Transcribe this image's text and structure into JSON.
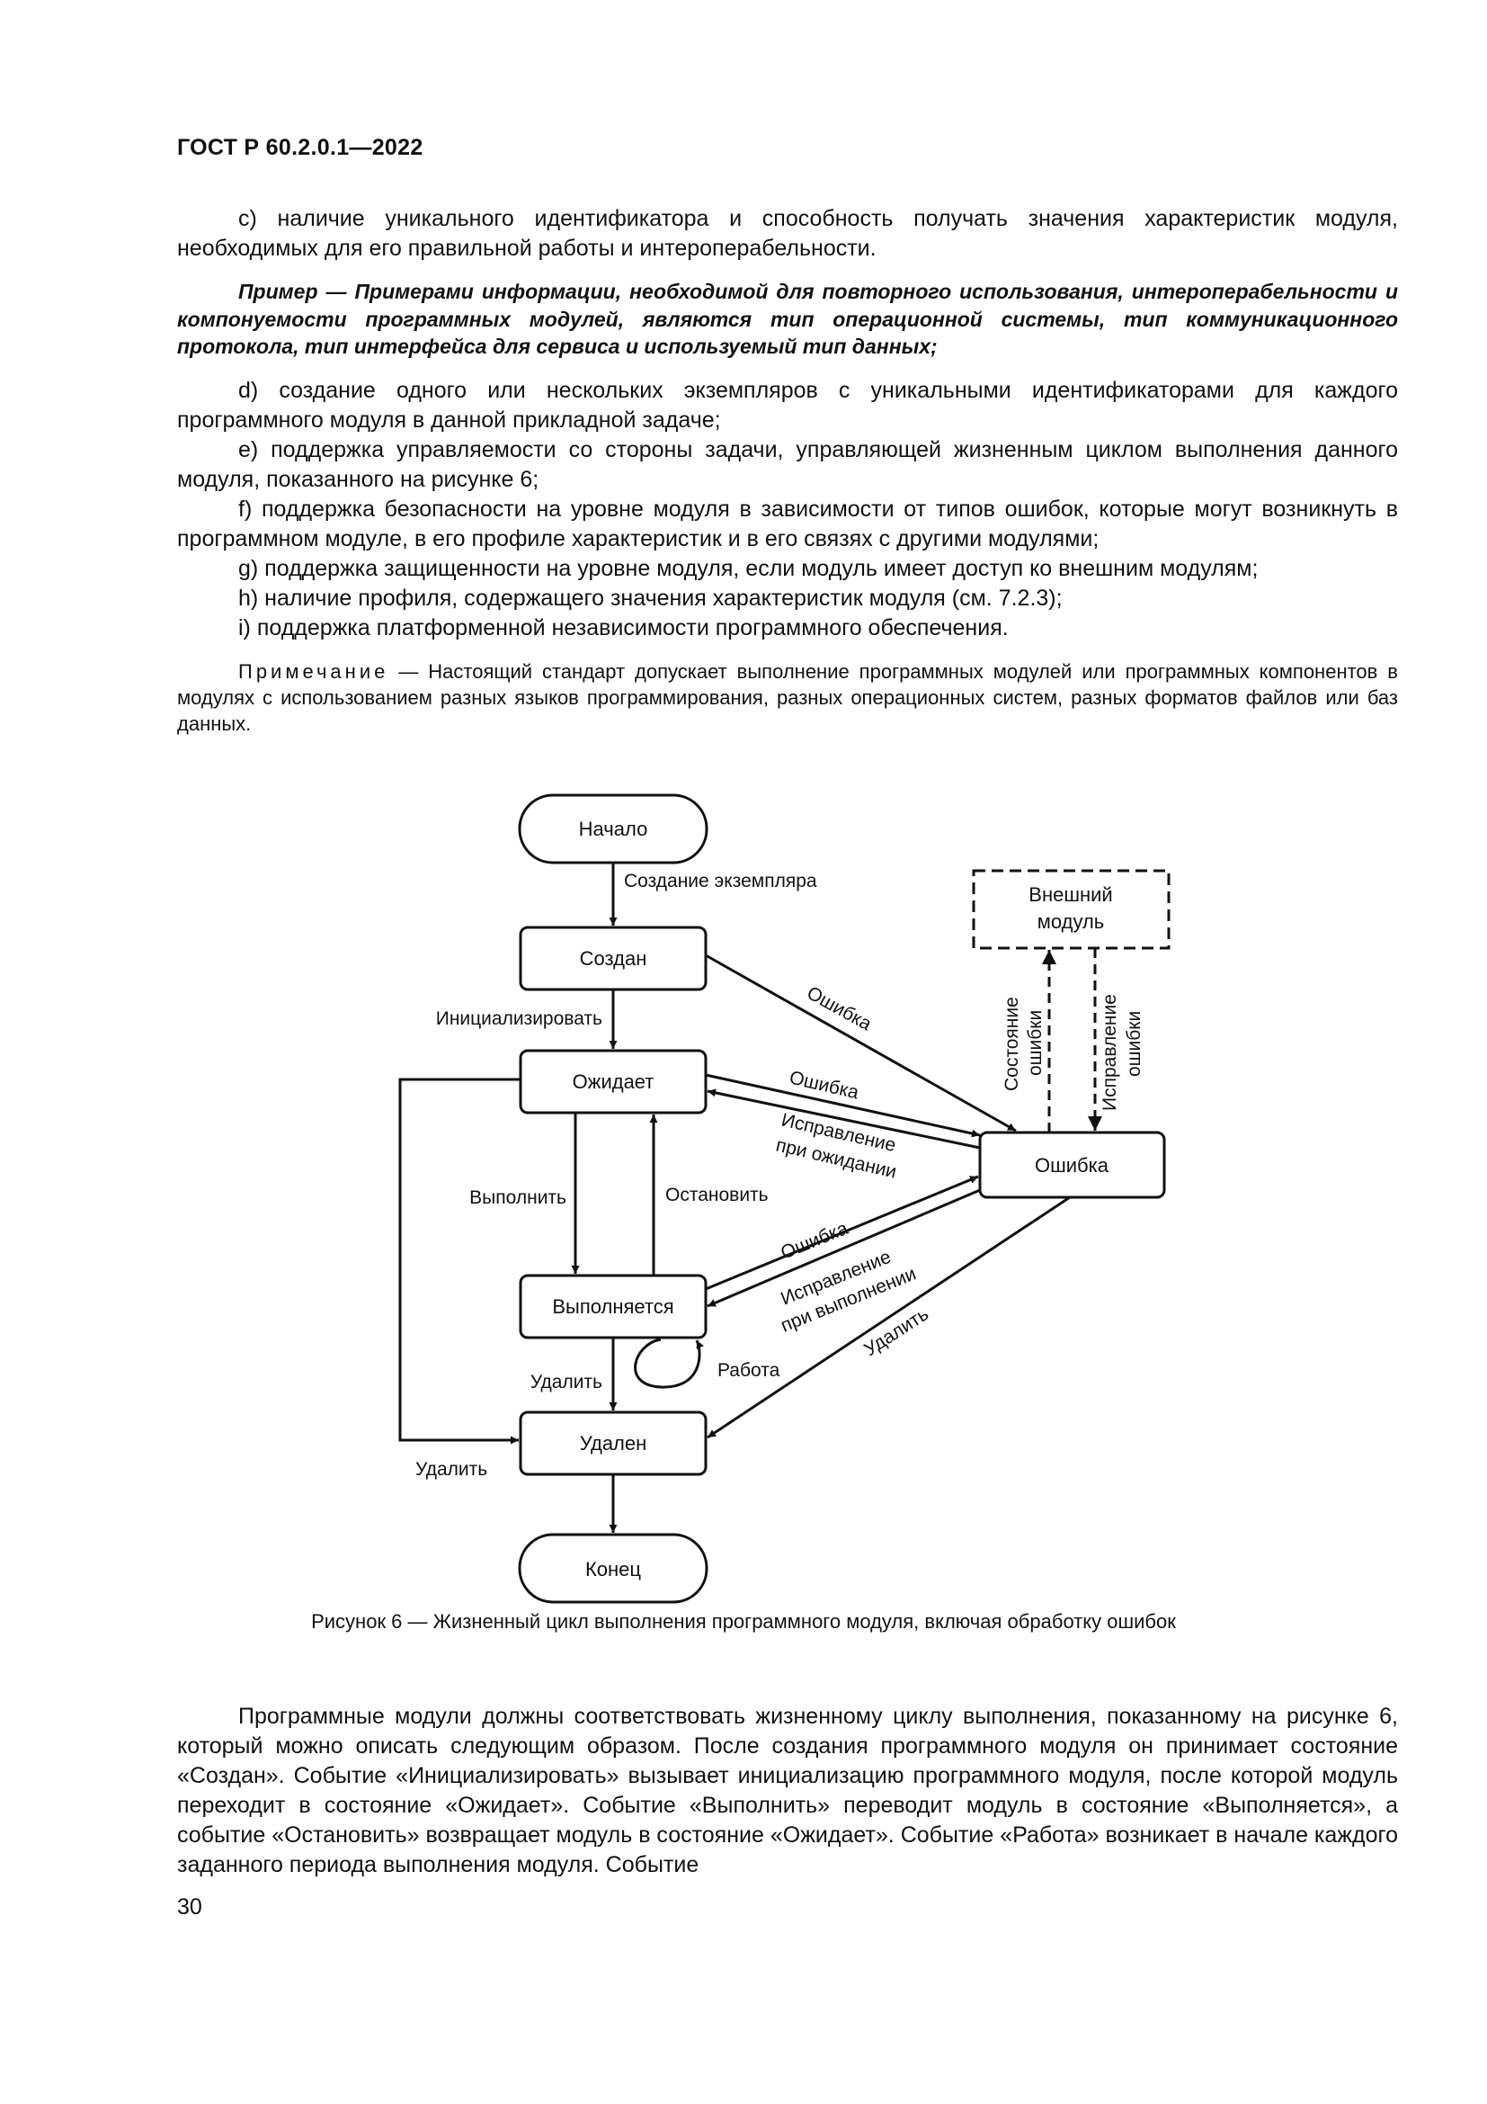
{
  "header": {
    "doc_id": "ГОСТ Р 60.2.0.1—2022"
  },
  "list_top": {
    "item_c": "c) наличие уникального идентификатора и способность получать значения характеристик моду­ля, необходимых для его правильной работы и интероперабельности."
  },
  "example": {
    "text": "Пример — Примерами информации, необходимой для повторного использования, интеропера­бельности и компонуемости программных модулей, являются тип операционной системы, тип ком­муникационного протокола, тип интерфейса для сервиса и используемый тип данных;"
  },
  "list_bottom": {
    "item_d": "d) создание одного или нескольких экземпляров с уникальными идентификаторами для каждого программного модуля в данной прикладной задаче;",
    "item_e": "e) поддержка управляемости со стороны задачи, управляющей жизненным циклом выполнения данного модуля, показанного на рисунке 6;",
    "item_f": "f) поддержка безопасности на уровне модуля в зависимости от типов ошибок, которые могут воз­никнуть в программном модуле, в его профиле характеристик и в его связях с другими модулями;",
    "item_g": "g) поддержка защищенности на уровне модуля, если модуль имеет доступ ко внешним модулям;",
    "item_h": "h) наличие профиля, содержащего значения характеристик модуля (см. 7.2.3);",
    "item_i": "i) поддержка платформенной независимости программного обеспечения."
  },
  "note": {
    "label": "Примечание",
    "text": " — Настоящий стандарт допускает выполнение программных модулей или программных компонентов в модулях с использованием разных языков программирования, разных операционных систем, раз­ных форматов файлов или баз данных."
  },
  "diagram": {
    "states": {
      "start": "Начало",
      "created": "Создан",
      "waiting": "Ожидает",
      "running": "Выполняется",
      "deleted": "Удален",
      "end": "Конец",
      "error": "Ошибка",
      "ext_line1": "Внешний",
      "ext_line2": "модуль"
    },
    "labels": {
      "create_instance": "Создание экземпляра",
      "initialize": "Инициализировать",
      "execute": "Выполнить",
      "stop": "Остановить",
      "work": "Работа",
      "delete_1": "Удалить",
      "delete_2": "Удалить",
      "delete_3": "Удалить",
      "err_created": "Ошибка",
      "err_waiting": "Ошибка",
      "fix_wait_1": "Исправление",
      "fix_wait_2": "при ожидании",
      "err_running": "Ошибка",
      "fix_run_1": "Исправление",
      "fix_run_2": "при выполнении",
      "err_state_1": "Состояние",
      "err_state_2": "ошибки",
      "fix_1": "Исправление",
      "fix_2": "ошибки"
    }
  },
  "caption": "Рисунок 6 — Жизненный цикл выполнения программного модуля, включая обработку ошибок",
  "body_text": "Программные модули должны соответствовать жизненному циклу выполнения, показанному на рисунке 6, который можно описать следующим образом. После создания программного модуля он при­нимает состояние «Создан». Событие «Инициализировать» вызывает инициализацию программного модуля, после которой модуль переходит в состояние «Ожидает». Событие «Выполнить» переводит модуль в состояние «Выполняется», а событие «Остановить» возвращает модуль в состояние «Ожида­ет». Событие «Работа» возникает в начале каждого заданного периода выполнения модуля. Событие",
  "page_number": "30"
}
